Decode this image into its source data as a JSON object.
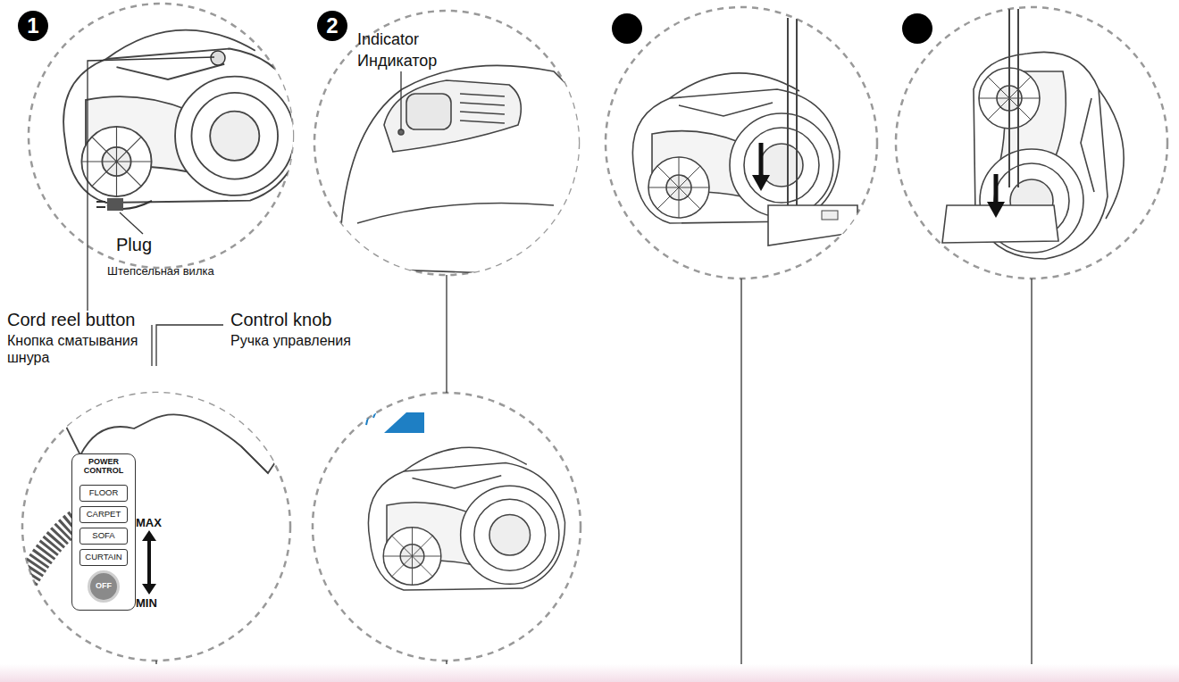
{
  "diagram": {
    "nodes": [
      {
        "text": [
          "1"
        ]
      },
      {
        "text": [
          "2"
        ]
      },
      {
        "text": [
          "POWER CONTROL"
        ]
      },
      {
        "text": [
          "FLOOR"
        ],
        "in": 2
      },
      {
        "text": [
          "CARPET"
        ],
        "in": 2
      },
      {
        "text": [
          "SOFA"
        ],
        "in": 2
      },
      {
        "text": [
          "CURTAIN"
        ],
        "in": 2
      },
      {
        "text": [
          "OFF"
        ],
        "in": 2
      }
    ],
    "labels": [
      "Plug",
      "Штепсельная вилка",
      "Indicator",
      "Индикатор",
      "Cord reel button",
      "Кнопка сматывания шнура",
      "Control knob",
      "Ручка управления",
      "MAX",
      "MIN"
    ]
  }
}
